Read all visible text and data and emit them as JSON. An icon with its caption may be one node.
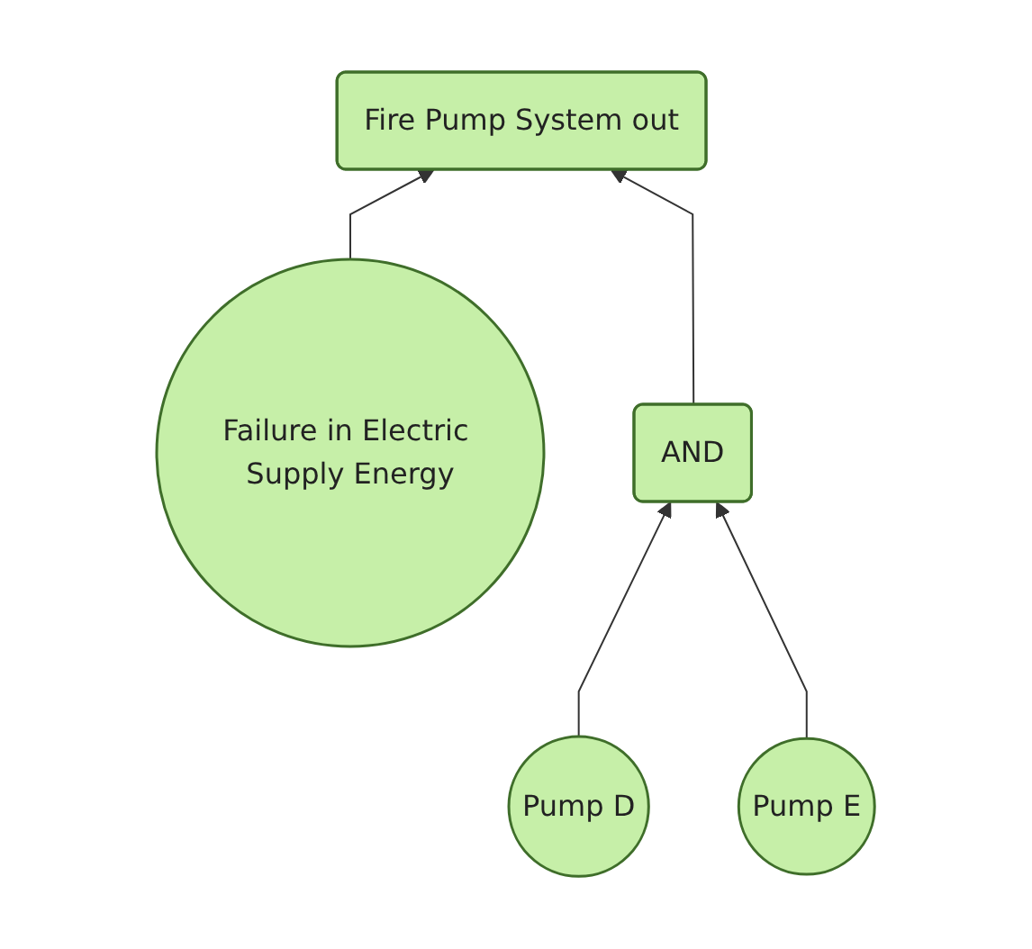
{
  "diagram": {
    "nodes": [
      {
        "text": [
          "Fire Pump System out"
        ]
      },
      {
        "text": [
          "Failure in Electric Supply Energy"
        ]
      },
      {
        "text": [
          "AND"
        ]
      },
      {
        "text": [
          "Pump D"
        ]
      },
      {
        "text": [
          "Pump E"
        ]
      }
    ],
    "edges": [
      {
        "from": 1,
        "to": 0,
        "arrow": "to"
      },
      {
        "from": 2,
        "to": 0,
        "arrow": "to"
      },
      {
        "from": 3,
        "to": 2,
        "arrow": "to"
      },
      {
        "from": 4,
        "to": 2,
        "arrow": "to"
      }
    ]
  }
}
